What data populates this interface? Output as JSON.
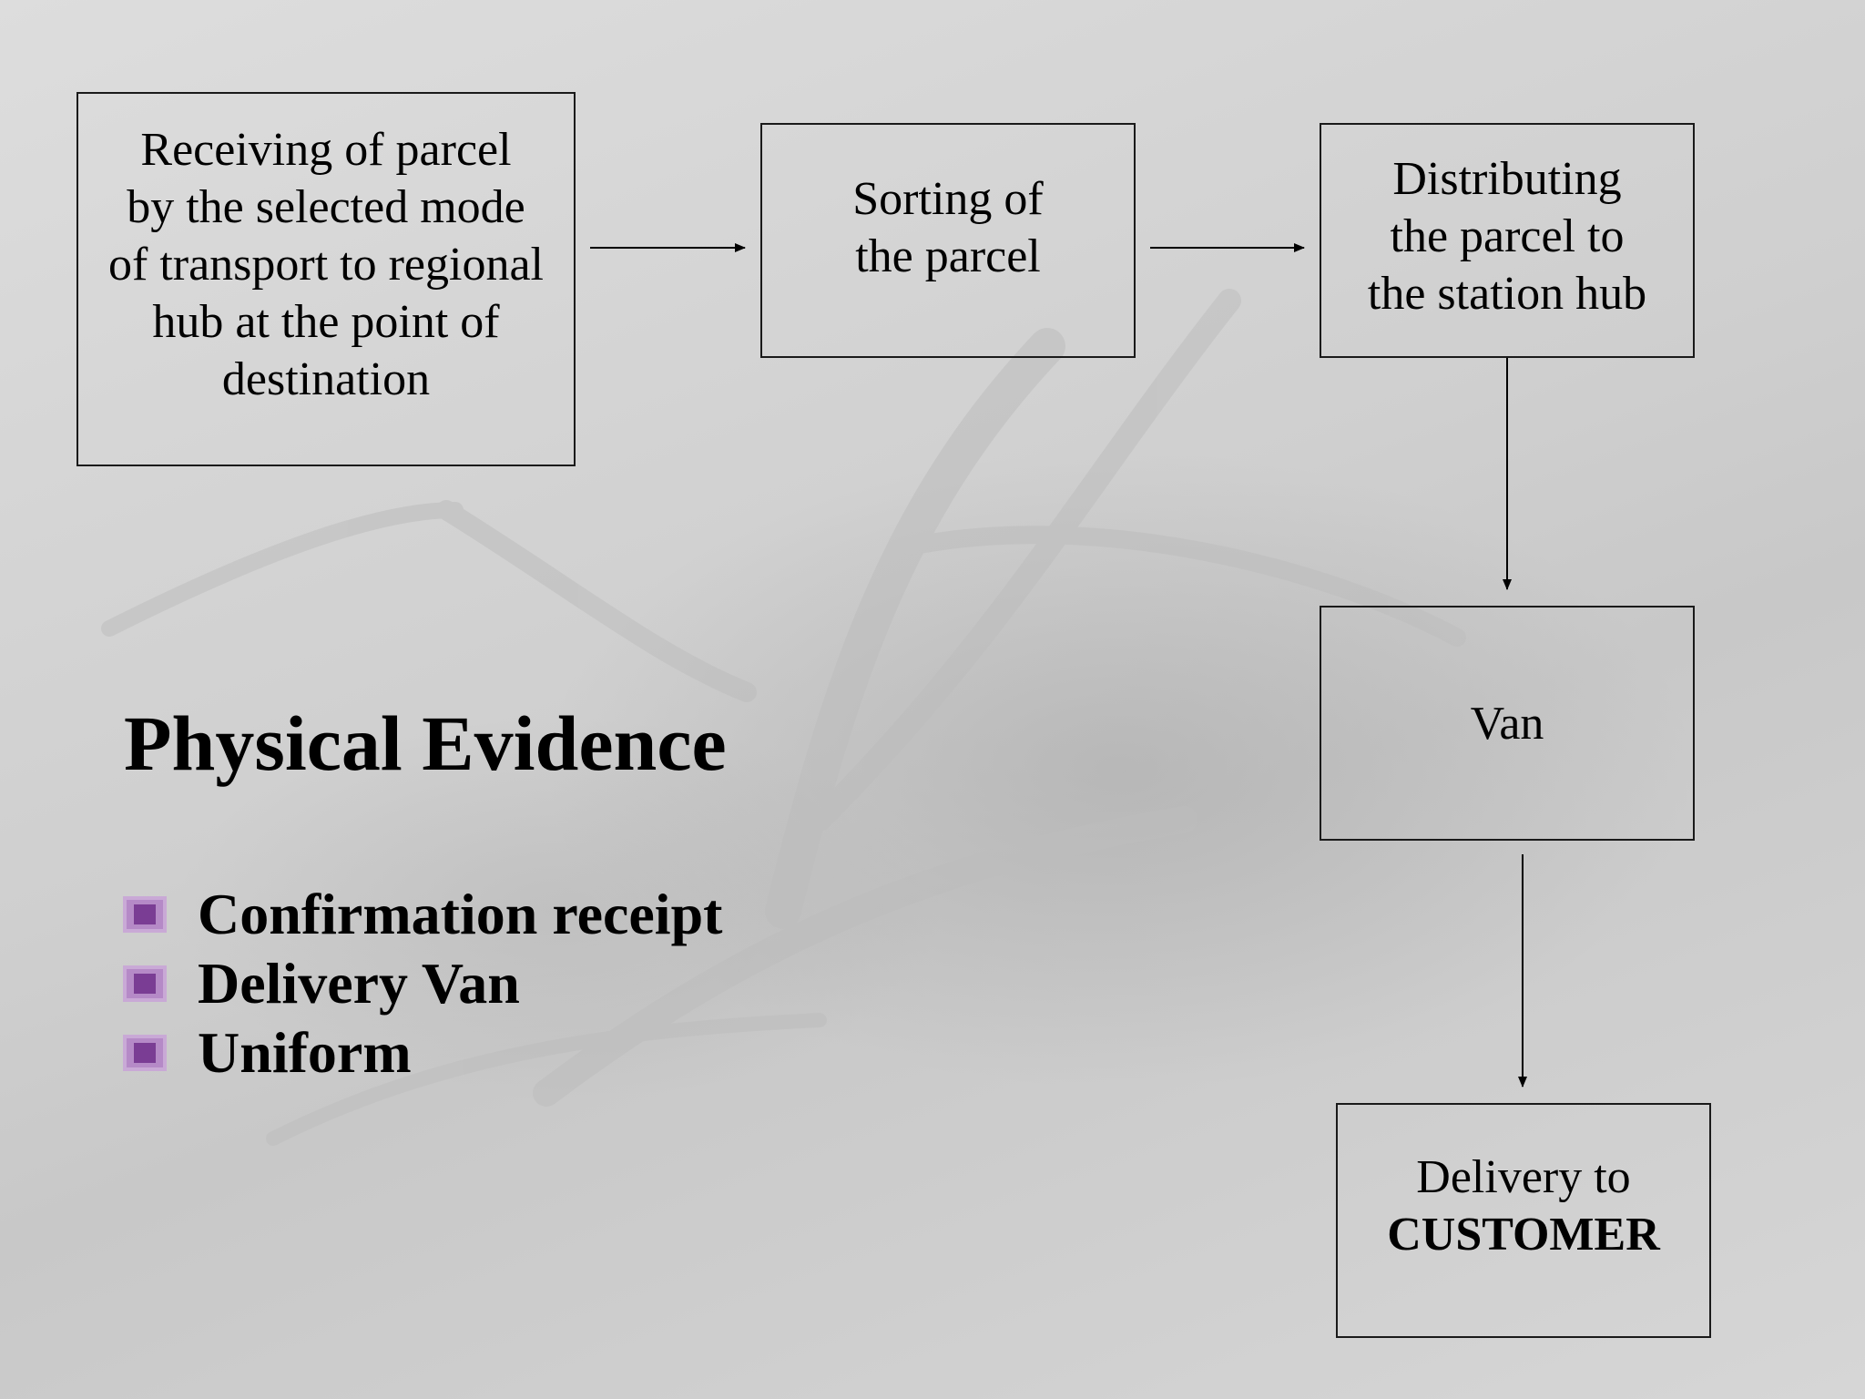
{
  "flow": {
    "receiving": [
      "Receiving of parcel",
      "by the selected mode",
      "of transport to regional",
      "hub at the point of",
      "destination"
    ],
    "sorting": [
      "Sorting of",
      "the parcel"
    ],
    "distributing": [
      "Distributing",
      "the parcel to",
      "the station hub"
    ],
    "van": "Van",
    "delivery": [
      "Delivery to",
      "CUSTOMER"
    ]
  },
  "section": {
    "title": "Physical Evidence",
    "bullets": [
      "Confirmation receipt",
      "Delivery Van",
      "Uniform"
    ]
  },
  "colors": {
    "bullet_outer": "#b58ac7",
    "bullet_inner": "#7a3d94",
    "line": "#000000"
  }
}
